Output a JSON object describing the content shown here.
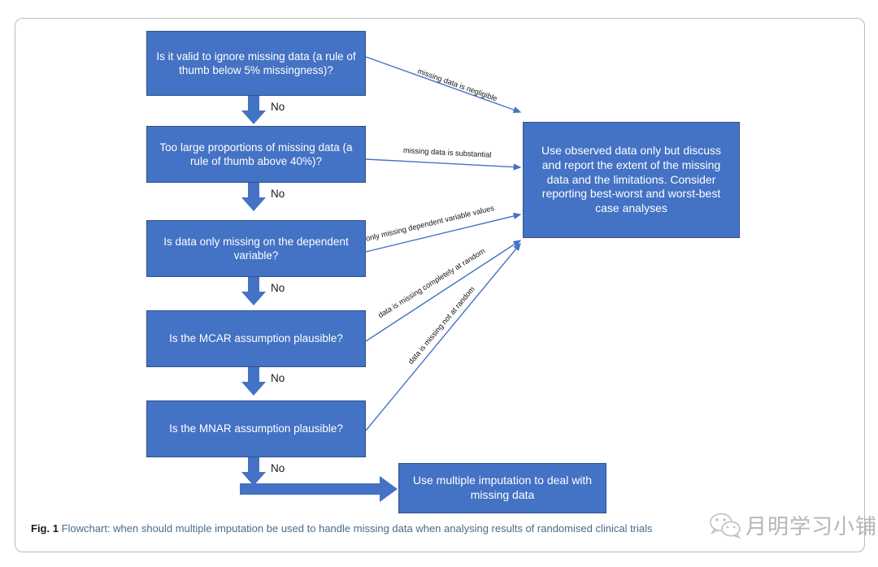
{
  "figure": {
    "caption_number": "Fig. 1",
    "caption_text": "Flowchart: when should multiple imputation be used to handle missing data when analysing results of randomised clinical trials"
  },
  "colors": {
    "node_fill": "#4472C4",
    "node_border": "#2F528F",
    "arrow": "#4472C4",
    "node_text": "#FFFFFF",
    "caption_text": "#4A6B8A",
    "frame_border": "#B9B9B9"
  },
  "watermark": {
    "icon": "wechat-icon",
    "text": "月明学习小铺"
  },
  "nodes": {
    "decision1": "Is it valid to ignore missing data (a rule of thumb below 5% missingness)?",
    "decision2": "Too large proportions of missing data (a rule of thumb above 40%)?",
    "decision3": "Is data only missing on the dependent variable?",
    "decision4": "Is the MCAR assumption plausible?",
    "decision5": "Is the MNAR assumption plausible?",
    "outcome_observed": "Use observed data only but discuss and report the extent of the missing data and the limitations. Consider reporting best-worst and worst-best case analyses",
    "outcome_imputation": "Use multiple imputation to deal with missing data"
  },
  "edge_labels": {
    "no1": "No",
    "no2": "No",
    "no3": "No",
    "no4": "No",
    "no5": "No",
    "negligible": "missing data is negligible",
    "substantial": "missing data is substantial",
    "dependent_only": "only missing dependent variable values",
    "mcar": "data is missing completely at random",
    "mnar": "data is missing not at random"
  }
}
